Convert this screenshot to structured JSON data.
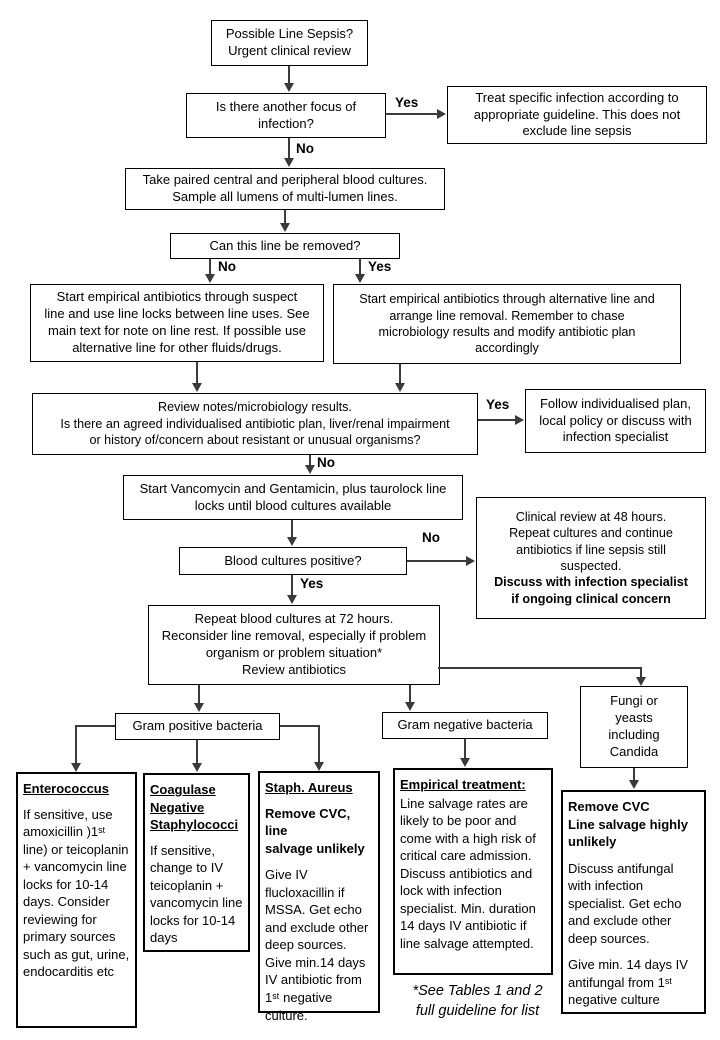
{
  "diagram": {
    "nodes": {
      "start": "Possible Line Sepsis?\nUrgent clinical review",
      "another_focus": "Is there another focus of\ninfection?",
      "treat_specific": "Treat specific infection according to\nappropriate guideline. This does not\nexclude line sepsis",
      "take_cultures": "Take paired central and peripheral blood cultures.\nSample all lumens of multi-lumen lines.",
      "can_remove": "Can this line be removed?",
      "suspect_line": "Start empirical antibiotics through suspect\nline and use line locks between line uses. See\nmain text for note on line rest.  If possible use\nalternative line for other fluids/drugs.",
      "alternative_line": "Start empirical antibiotics through alternative line and\narrange line removal. Remember to chase\nmicrobiology results and modify antibiotic plan\naccordingly",
      "review_notes": "Review notes/microbiology results.\nIs there an agreed individualised antibiotic plan, liver/renal impairment\nor history of/concern about resistant or unusual organisms?",
      "follow_plan": "Follow individualised plan,\nlocal policy or discuss with\ninfection specialist",
      "start_vanc": "Start Vancomycin and Gentamicin, plus taurolock line\nlocks until blood cultures available",
      "cultures_positive": "Blood cultures positive?",
      "clinical_48": {
        "text": "Clinical review at 48 hours.\nRepeat cultures and continue\nantibiotics if line sepsis still\nsuspected.",
        "bold": "Discuss with infection specialist\nif ongoing clinical concern"
      },
      "repeat_72": "Repeat blood cultures at 72 hours.\nReconsider line removal, especially if problem\norganism or problem situation*\nReview antibiotics",
      "gram_positive": "Gram positive bacteria",
      "gram_negative": "Gram negative bacteria",
      "fungi": "Fungi or\nyeasts\nincluding\nCandida",
      "enterococcus": {
        "heading": "Enterococcus",
        "body": "If sensitive, use amoxicillin )1ˢᵗ line)  or teicoplanin  + vancomycin line locks for 10-14 days. Consider reviewing for primary sources such as gut, urine, endocarditis etc"
      },
      "cons": {
        "heading": "Coagulase Negative Staphylococci",
        "body": "If sensitive, change to IV teicoplanin + vancomycin line locks for 10-14  days"
      },
      "staph_aureus": {
        "heading": "Staph. Aureus",
        "bold": "Remove CVC, line\nsalvage unlikely",
        "body": "Give IV flucloxacillin if MSSA. Get echo and exclude other deep sources. Give min.14 days IV antibiotic from 1ˢᵗ negative culture."
      },
      "empirical": {
        "heading": "Empirical treatment:",
        "body": "Line salvage rates are likely to be poor and come with a high risk of critical care admission. Discuss antibiotics and lock with infection specialist. Min. duration 14 days IV antibiotic if line salvage attempted."
      },
      "remove_cvc": {
        "bold": "Remove CVC\nLine salvage highly\nunlikely",
        "body1": "Discuss antifungal with infection specialist. Get echo and exclude other deep sources.",
        "body2": "Give min. 14 days IV antifungal from 1ˢᵗ negative culture"
      }
    },
    "labels": {
      "yes": "Yes",
      "no": "No"
    },
    "footnote": "*See Tables 1 and 2\nfull guideline for list",
    "colors": {
      "line": "#3a3a3a",
      "border": "#000000",
      "background": "#ffffff"
    }
  }
}
